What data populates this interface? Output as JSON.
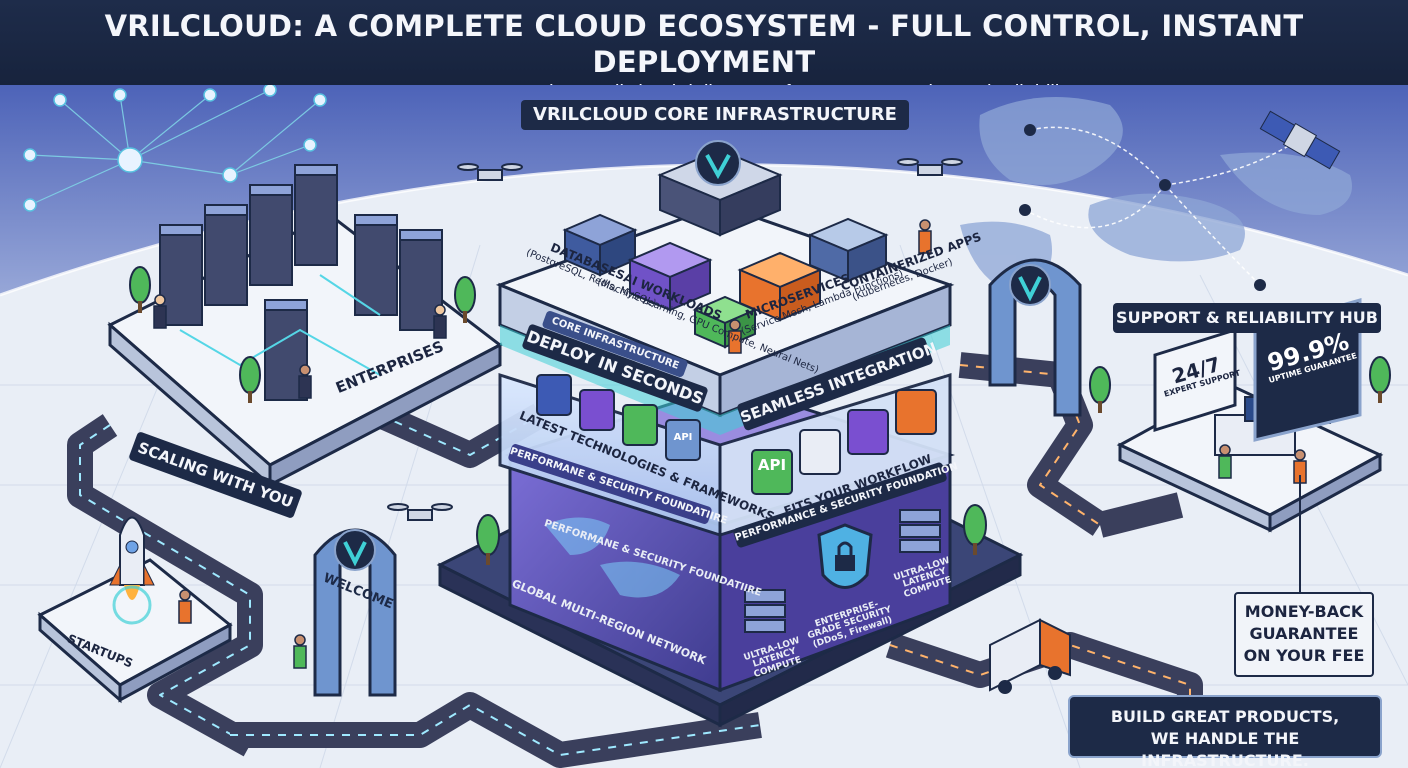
{
  "header": {
    "title": "VRILCLOUD: A COMPLETE CLOUD ECOSYSTEM - FULL CONTROL, INSTANT DEPLOYMENT",
    "subtitle": "From Startups to Enterprises, VrilCloud delivers performance, security, and reliability."
  },
  "core": {
    "label": "VRILCLOUD CORE INFRASTRUCTURE",
    "databases": {
      "title": "DATABASES",
      "detail": "(PostgreSQL, Redis, MySQL)"
    },
    "ai": {
      "title": "AI WORKLOADS",
      "detail": "(Machine Learning, GPU Compute, Neural Nets)"
    },
    "microservices": {
      "title": "MICROSERVICES",
      "detail": "(Service Mesh, Lambda Functions)"
    },
    "containers": {
      "title": "CONTAINERIZED APPS",
      "detail": "(Kubernetes, Docker)"
    },
    "core_band": "CORE INFRASTRUCTURE",
    "deploy": "DEPLOY IN SECONDS",
    "latest": "LATEST TECHNOLOGIES & FRAMEWORKS",
    "integration": "SEAMLESS INTEGRATION",
    "fits": "FITS YOUR WORKFLOW",
    "api": "API",
    "api_small": "API"
  },
  "foundation": {
    "left_title": "PERFORMANE & SECURITY FOUNDATIIRE",
    "left_sub": "PERFORMANE & SECURITY FOUNDATIIRE",
    "right_title": "PERFORMANCE & SECURITY FOUNDATION",
    "network": "GLOBAL MULTI-REGION NETWORK",
    "latency_a": "ULTRA-LOW LATENCY COMPUTE",
    "security": "ENTERPRISE-GRADE SECURITY",
    "security_detail": "(DDoS, Firewall)",
    "latency_b": "ULTRA-LOW LATENCY COMPUTE"
  },
  "enterprises": "ENTERPRISES",
  "startups": "STARTUPS",
  "scaling": "SCALING WITH YOU",
  "welcome": "WELCOME",
  "support": {
    "label": "SUPPORT & RELIABILITY HUB",
    "hours": "24/7",
    "hours_sub": "EXPERT SUPPORT",
    "uptime": "99.9%",
    "uptime_sub": "UPTIME GUARANTEE"
  },
  "money_back": [
    "MONEY-BACK",
    "GUARANTEE",
    "ON YOUR FEE"
  ],
  "tagline": [
    "BUILD GREAT PRODUCTS,",
    "WE HANDLE THE INFRASTRUCTURE."
  ],
  "colors": {
    "navy": "#1d2a47",
    "purple": "#6d5fc7",
    "teal": "#3fd0d6",
    "orange": "#e8732d",
    "green": "#4fb85a"
  }
}
